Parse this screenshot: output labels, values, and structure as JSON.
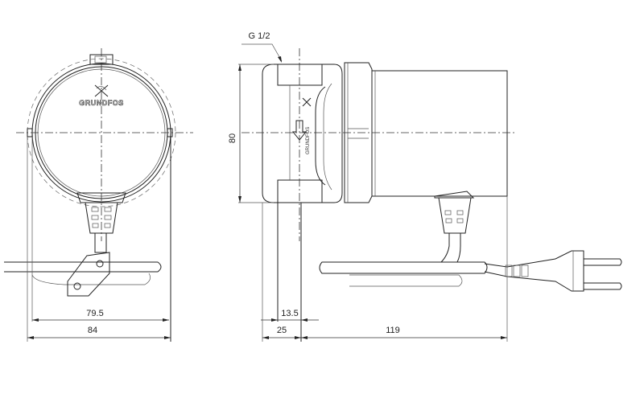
{
  "drawing": {
    "brand_label": "GRUNDFOS",
    "side_brand_label": "GRUNDFOS",
    "thread_label": "G 1/2",
    "dimensions": {
      "height": "80",
      "front_inner_width": "79.5",
      "front_outer_width": "84",
      "side_port_offset": "13.5",
      "side_port_width": "25",
      "side_body_length": "119"
    }
  }
}
